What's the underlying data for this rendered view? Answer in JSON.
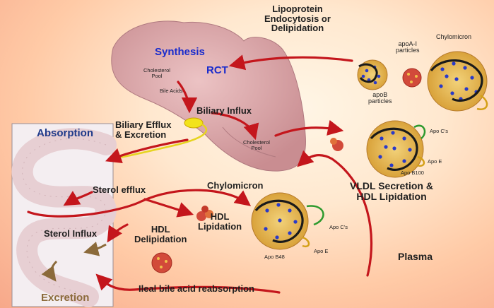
{
  "colors": {
    "arrow": "#c4161c",
    "liver": "#d9a3a5",
    "intestine": "#ead2d4",
    "panel": "#f3eef0",
    "particle_core": "#e8b84a",
    "particle_dot": "#2a3ac8",
    "apo_b": "#1a1a1a",
    "apo_c": "#2e9a2e",
    "apo_e": "#d4a017"
  },
  "icons": [
    "liver-organ",
    "intestine-organ",
    "gallbladder",
    "lipoprotein-particle"
  ],
  "labels": {
    "lipoprotein_endocytosis": "Lipoprotein\nEndocytosis or\nDelipidation",
    "synthesis": "Synthesis",
    "rct": "RCT",
    "cholesterol_pool_upper": "Cholesterol\nPool",
    "bile_acids": "Bile Acids",
    "biliary_influx": "Biliary Influx",
    "biliary_efflux": "Biliary Efflux\n& Excretion",
    "cholesterol_pool_lower": "Cholesterol\nPool",
    "apoa1_particles": "apoA-I\nparticles",
    "apob_particles": "apoB\nparticles",
    "chylomicron_top": "Chylomicron",
    "apo_cs_right": "Apo C's",
    "apo_e_right": "Apo E",
    "apo_b100": "Apo B100",
    "vldl_secretion": "VLDL Secretion &\nHDL Lipidation",
    "absorption": "Absorption",
    "sterol_efflux": "Sterol  efflux",
    "chylomicron_mid": "Chylomicron",
    "hdl_lipidation": "HDL\nLipidation",
    "sterol_influx": "Sterol Influx",
    "hdl_delipidation": "HDL\nDelipidation",
    "apo_cs_lower": "Apo C's",
    "apo_b48": "Apo B48",
    "apo_e_lower": "Apo E",
    "plasma": "Plasma",
    "ileal_bile": "Ileal bile acid reabsorption",
    "excretion": "Excretion"
  }
}
